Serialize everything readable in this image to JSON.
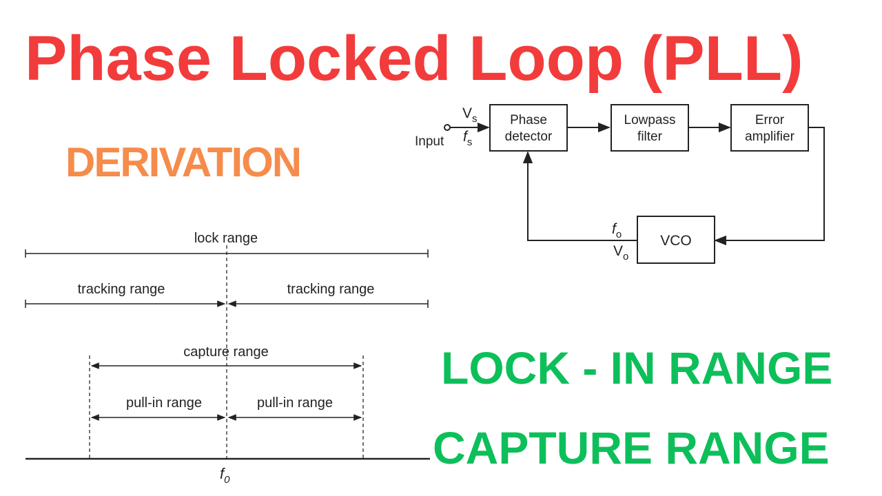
{
  "title": "Phase Locked Loop (PLL)",
  "subtitle": "DERIVATION",
  "headline_1": "LOCK - IN RANGE",
  "headline_2": "CAPTURE RANGE",
  "colors": {
    "title": "#f23b3b",
    "subtitle": "#f58c4b",
    "green": "#0dbf5a",
    "ink": "#222222"
  },
  "block_diagram": {
    "input_label": "Input",
    "input_signal_v": "V",
    "input_signal_v_sub": "s",
    "input_signal_f": "f",
    "input_signal_f_sub": "s",
    "blocks": [
      {
        "line1": "Phase",
        "line2": "detector"
      },
      {
        "line1": "Lowpass",
        "line2": "filter"
      },
      {
        "line1": "Error",
        "line2": "amplifier"
      },
      {
        "line1": "VCO",
        "line2": ""
      }
    ],
    "output_f": "f",
    "output_f_sub": "o",
    "output_v": "V",
    "output_v_sub": "o"
  },
  "range_diagram": {
    "lock_range": "lock range",
    "tracking_left": "tracking range",
    "tracking_right": "tracking range",
    "capture_range": "capture range",
    "pullin_left": "pull-in range",
    "pullin_right": "pull-in range",
    "center_label": "f",
    "center_label_sub": "0"
  }
}
